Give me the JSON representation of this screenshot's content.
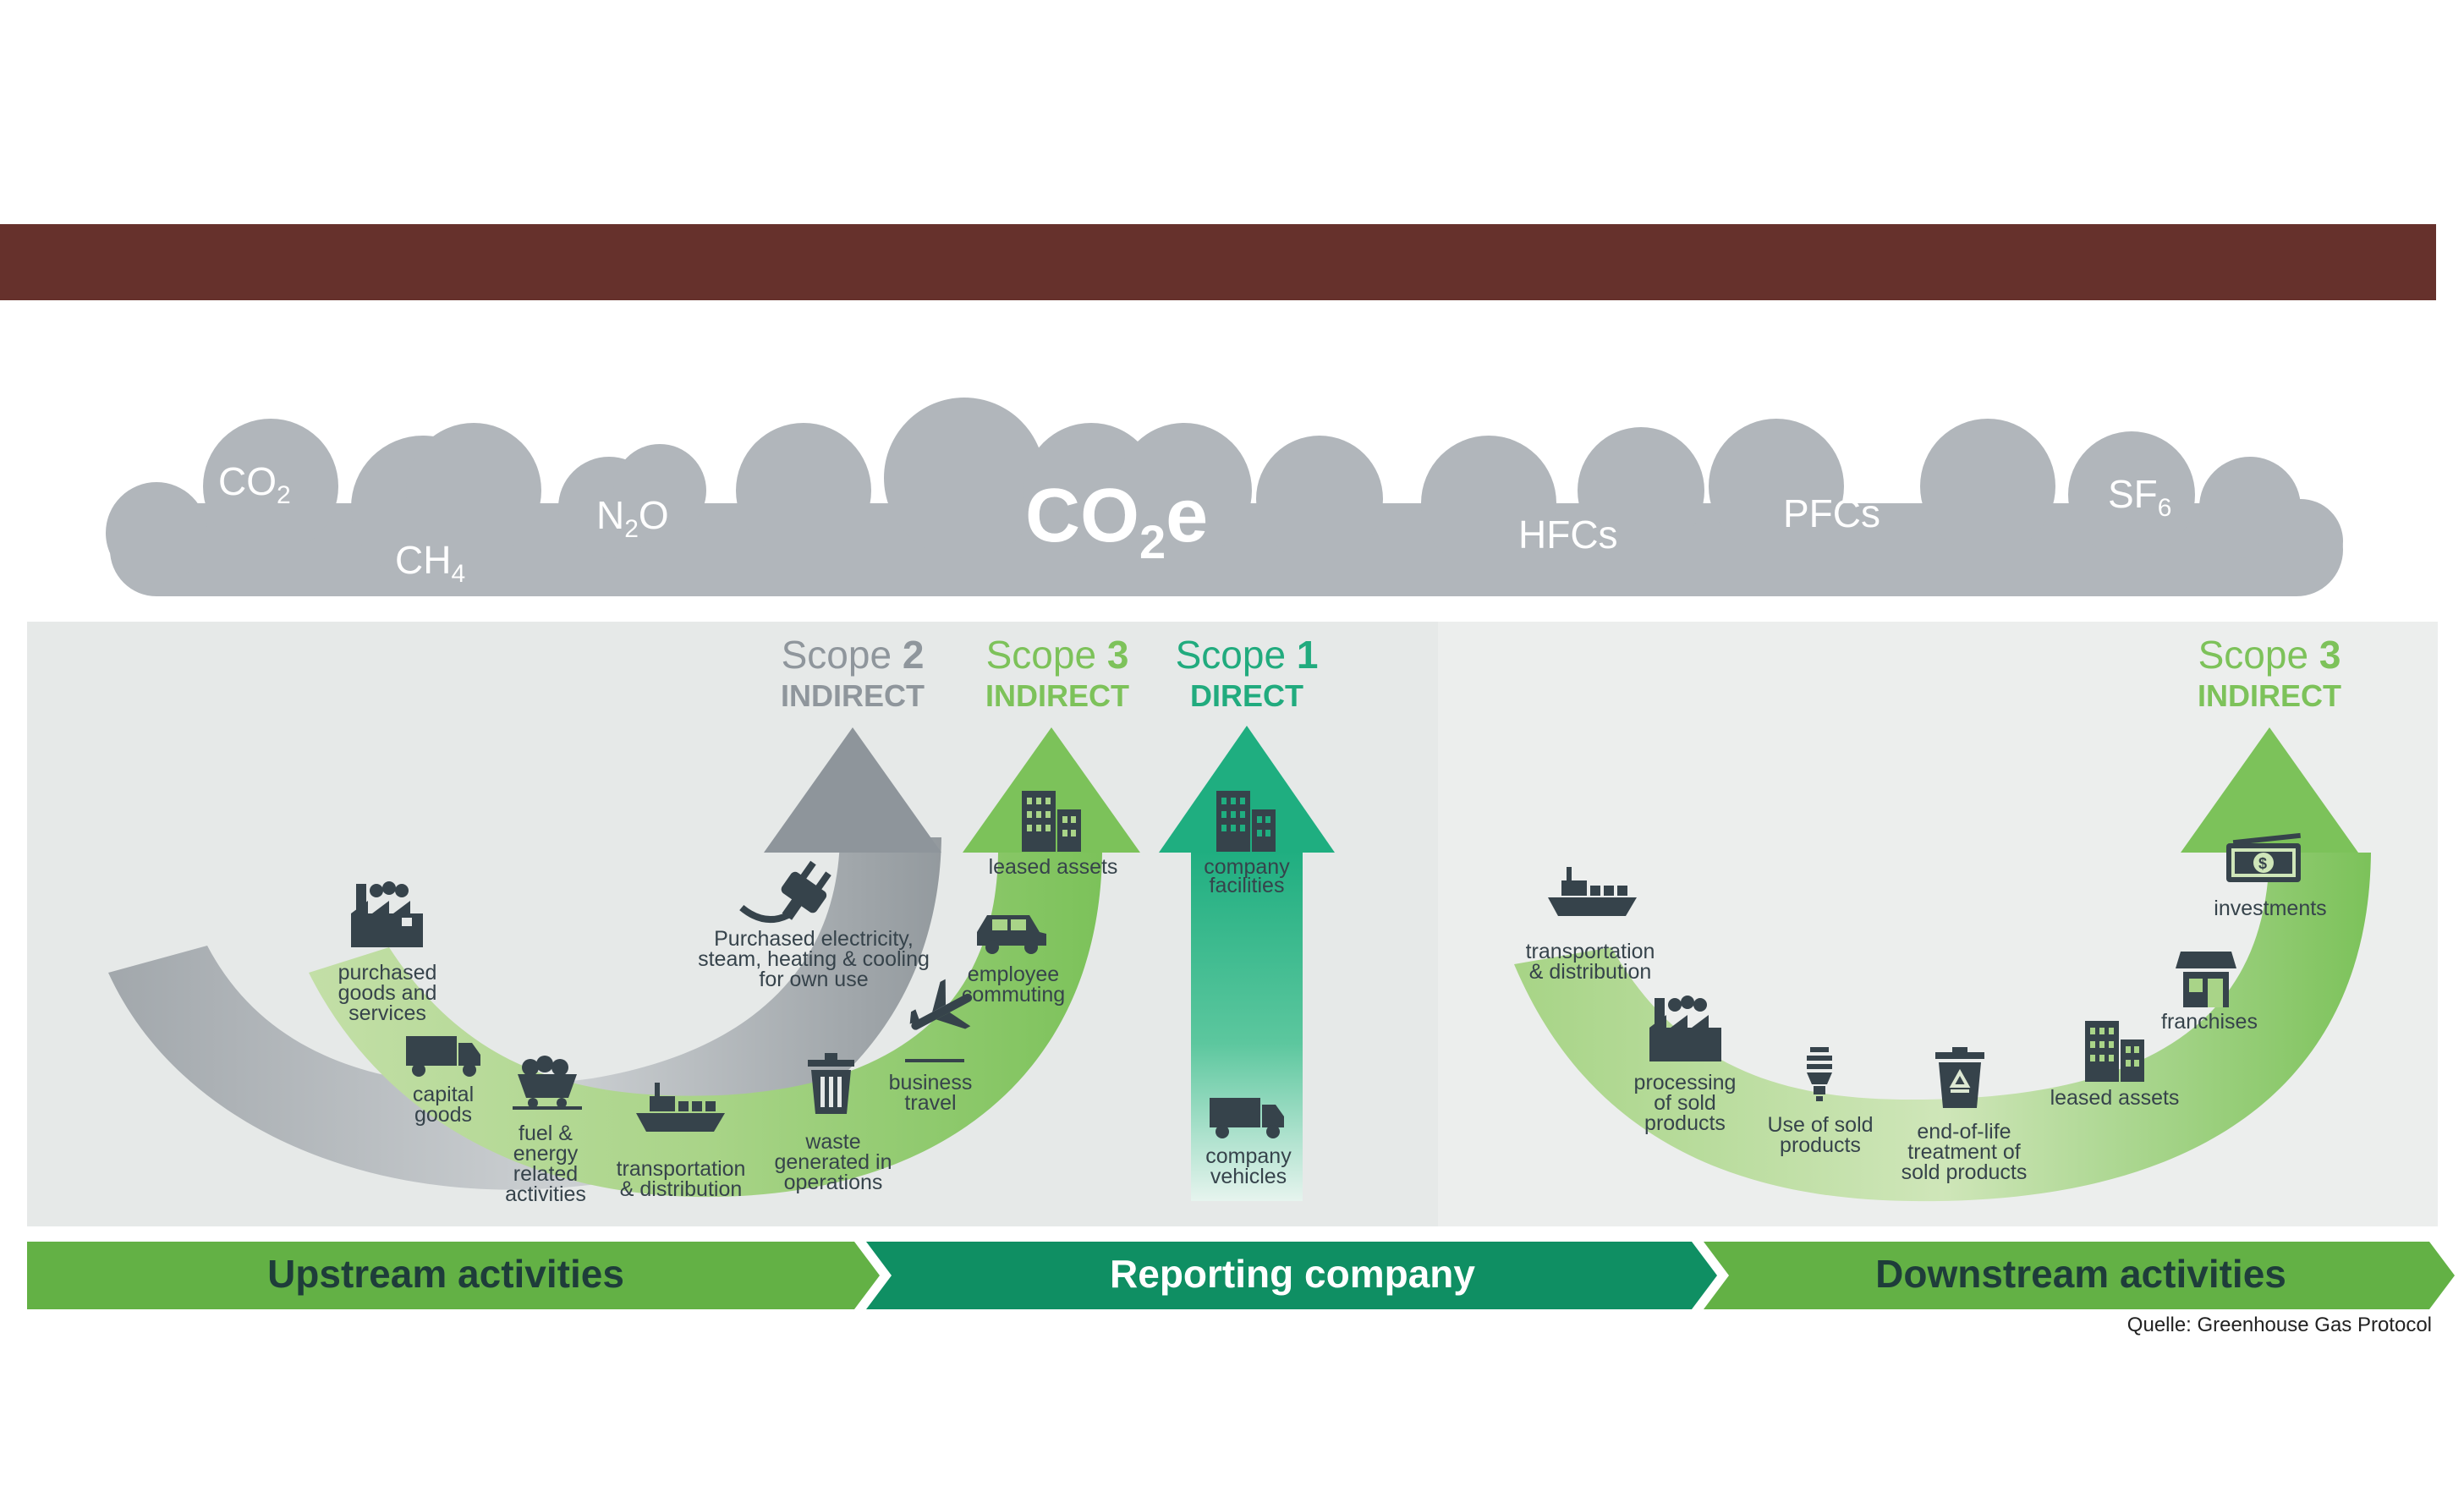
{
  "colors": {
    "band": "#66312c",
    "cloud": "#b1b6bb",
    "panel": "#e8ebea",
    "scope2": "#8f969c",
    "scope3": "#7dc25a",
    "scope1": "#21ab7e",
    "upstream_bar": "#63b145",
    "reporting_bar": "#0f8f63",
    "downstream_bar": "#63b145",
    "icon": "#36434b"
  },
  "gases": {
    "co2": {
      "main": "CO",
      "sub": "2"
    },
    "ch4": {
      "main": "CH",
      "sub": "4"
    },
    "n2o": {
      "pre": "N",
      "sub": "2",
      "post": "O"
    },
    "co2e": {
      "main": "CO",
      "sub": "2",
      "post": "e"
    },
    "hfcs": "HFCs",
    "pfcs": "PFCs",
    "sf6": {
      "main": "SF",
      "sub": "6"
    }
  },
  "scopes": {
    "scope2": {
      "word": "Scope",
      "num": "2",
      "type": "INDIRECT"
    },
    "scope3_up": {
      "word": "Scope",
      "num": "3",
      "type": "INDIRECT"
    },
    "scope1": {
      "word": "Scope",
      "num": "1",
      "type": "DIRECT"
    },
    "scope3_down": {
      "word": "Scope",
      "num": "3",
      "type": "INDIRECT"
    }
  },
  "upstream_items": {
    "purchased_goods": [
      "purchased",
      "goods and",
      "services"
    ],
    "capital_goods": [
      "capital",
      "goods"
    ],
    "fuel_energy": [
      "fuel &",
      "energy",
      "related",
      "activities"
    ],
    "transport": [
      "transportation",
      "& distribution"
    ],
    "waste": [
      "waste",
      "generated in",
      "operations"
    ],
    "business_travel": [
      "business",
      "travel"
    ],
    "employee_commuting": [
      "employee",
      "commuting"
    ],
    "leased_assets": [
      "leased assets"
    ],
    "purchased_electricity": [
      "Purchased electricity,",
      "steam, heating & cooling",
      "for own use"
    ]
  },
  "direct_items": {
    "company_facilities": [
      "company",
      "facilities"
    ],
    "company_vehicles": [
      "company",
      "vehicles"
    ]
  },
  "downstream_items": {
    "transport": [
      "transportation",
      "& distribution"
    ],
    "processing": [
      "processing",
      "of sold",
      "products"
    ],
    "use_of_sold": [
      "Use of sold",
      "products"
    ],
    "end_of_life": [
      "end-of-life",
      "treatment of",
      "sold products"
    ],
    "leased_assets": [
      "leased assets"
    ],
    "franchises": [
      "franchises"
    ],
    "investments": [
      "investments"
    ]
  },
  "activities": {
    "upstream": "Upstream activities",
    "reporting": "Reporting company",
    "downstream": "Downstream activities"
  },
  "source": "Quelle: Greenhouse Gas Protocol"
}
